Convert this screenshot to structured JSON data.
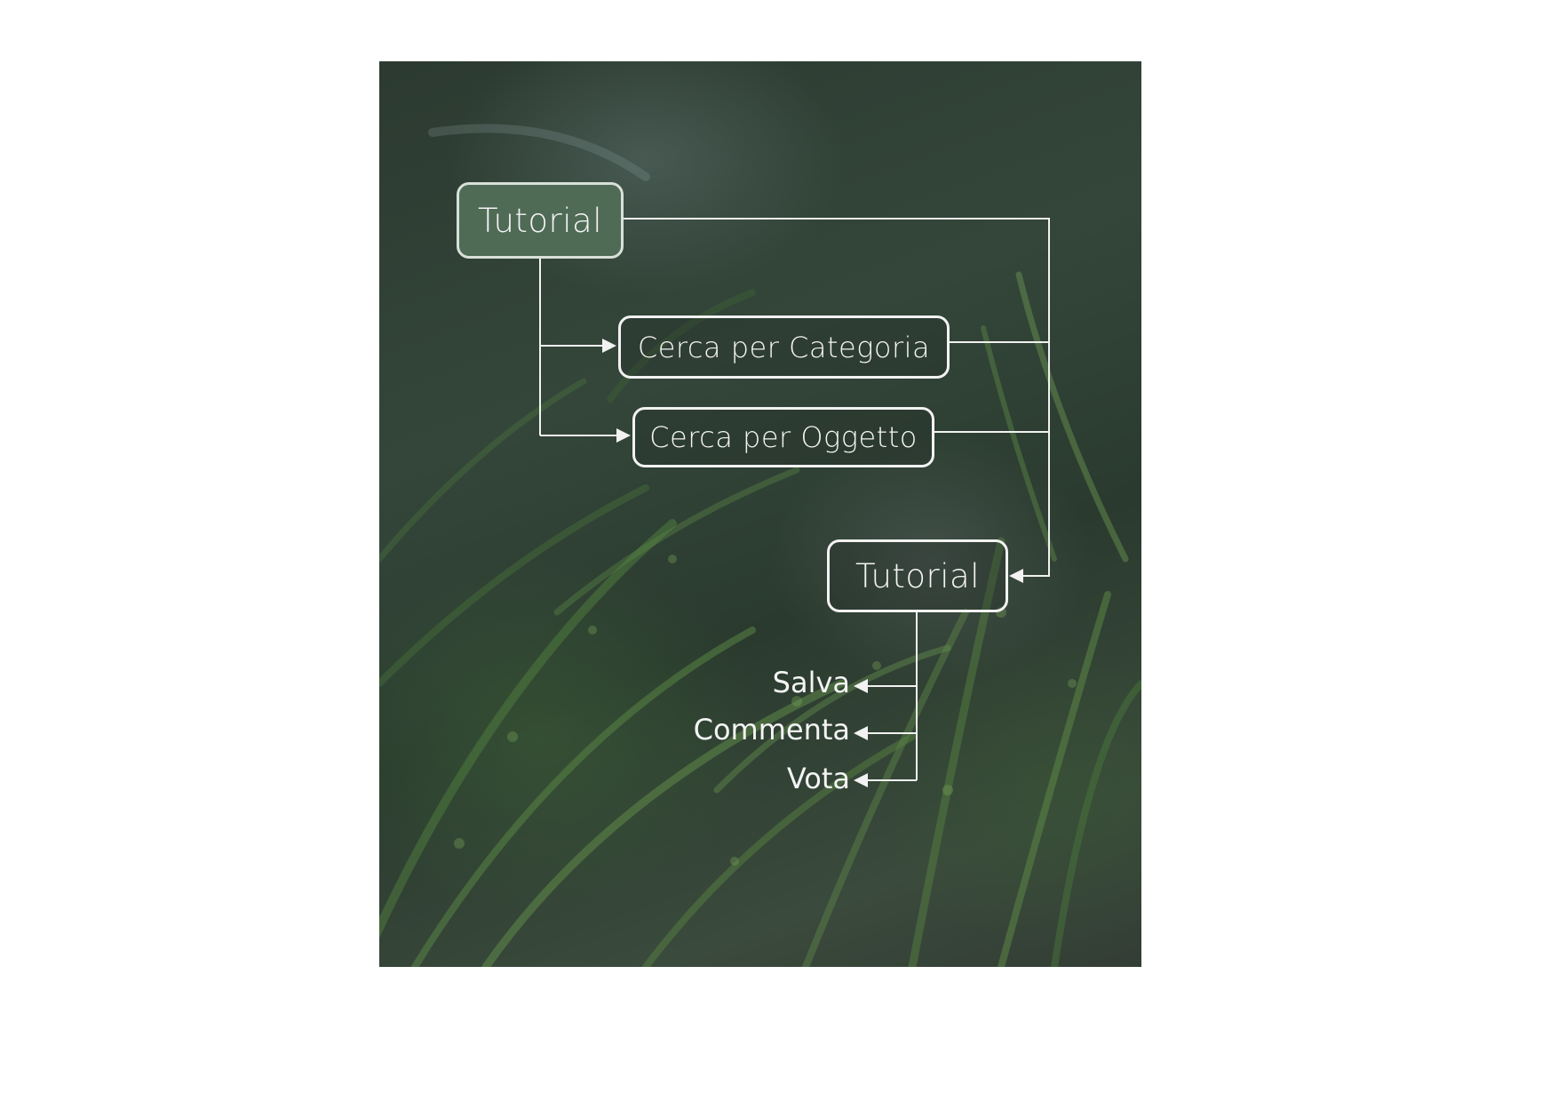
{
  "diagram": {
    "root": {
      "label": "Tutorial"
    },
    "search_nodes": [
      {
        "label": "Cerca per Categoria"
      },
      {
        "label": "Cerca per Oggetto"
      }
    ],
    "target": {
      "label": "Tutorial"
    },
    "actions": [
      {
        "label": "Salva"
      },
      {
        "label": "Commenta"
      },
      {
        "label": "Vota"
      }
    ]
  },
  "colors": {
    "line": "#f2f2f2",
    "root_fill": "#4f6b56",
    "background_photo": "#34463a"
  }
}
